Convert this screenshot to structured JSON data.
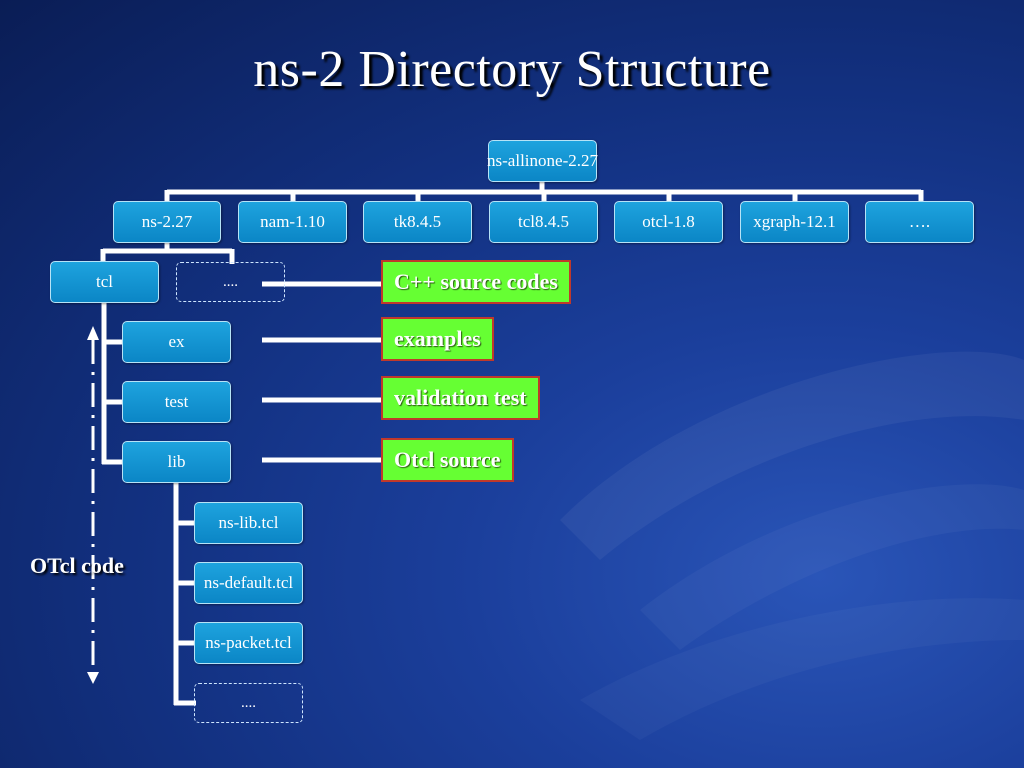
{
  "title": "ns-2 Directory Structure",
  "root": "ns-allinone-2.27",
  "level1": [
    "ns-2.27",
    "nam-1.10",
    "tk8.4.5",
    "tcl8.4.5",
    "otcl-1.8",
    "xgraph-12.1",
    "…."
  ],
  "level2": {
    "tcl": "tcl",
    "other": "...."
  },
  "tcl_children": [
    "ex",
    "test",
    "lib"
  ],
  "lib_children": [
    "ns-lib.tcl",
    "ns-default.tcl",
    "ns-packet.tcl",
    "...."
  ],
  "notes": {
    "cpp": "C++ source codes",
    "examples": "examples",
    "validation": "validation test",
    "otcl_source": "Otcl source"
  },
  "otcl_code_label": "OTcl code",
  "colors": {
    "node_fill": "#1496d2",
    "note_fill": "#66ff33",
    "note_border": "#c0392b",
    "background": "#12307f"
  }
}
